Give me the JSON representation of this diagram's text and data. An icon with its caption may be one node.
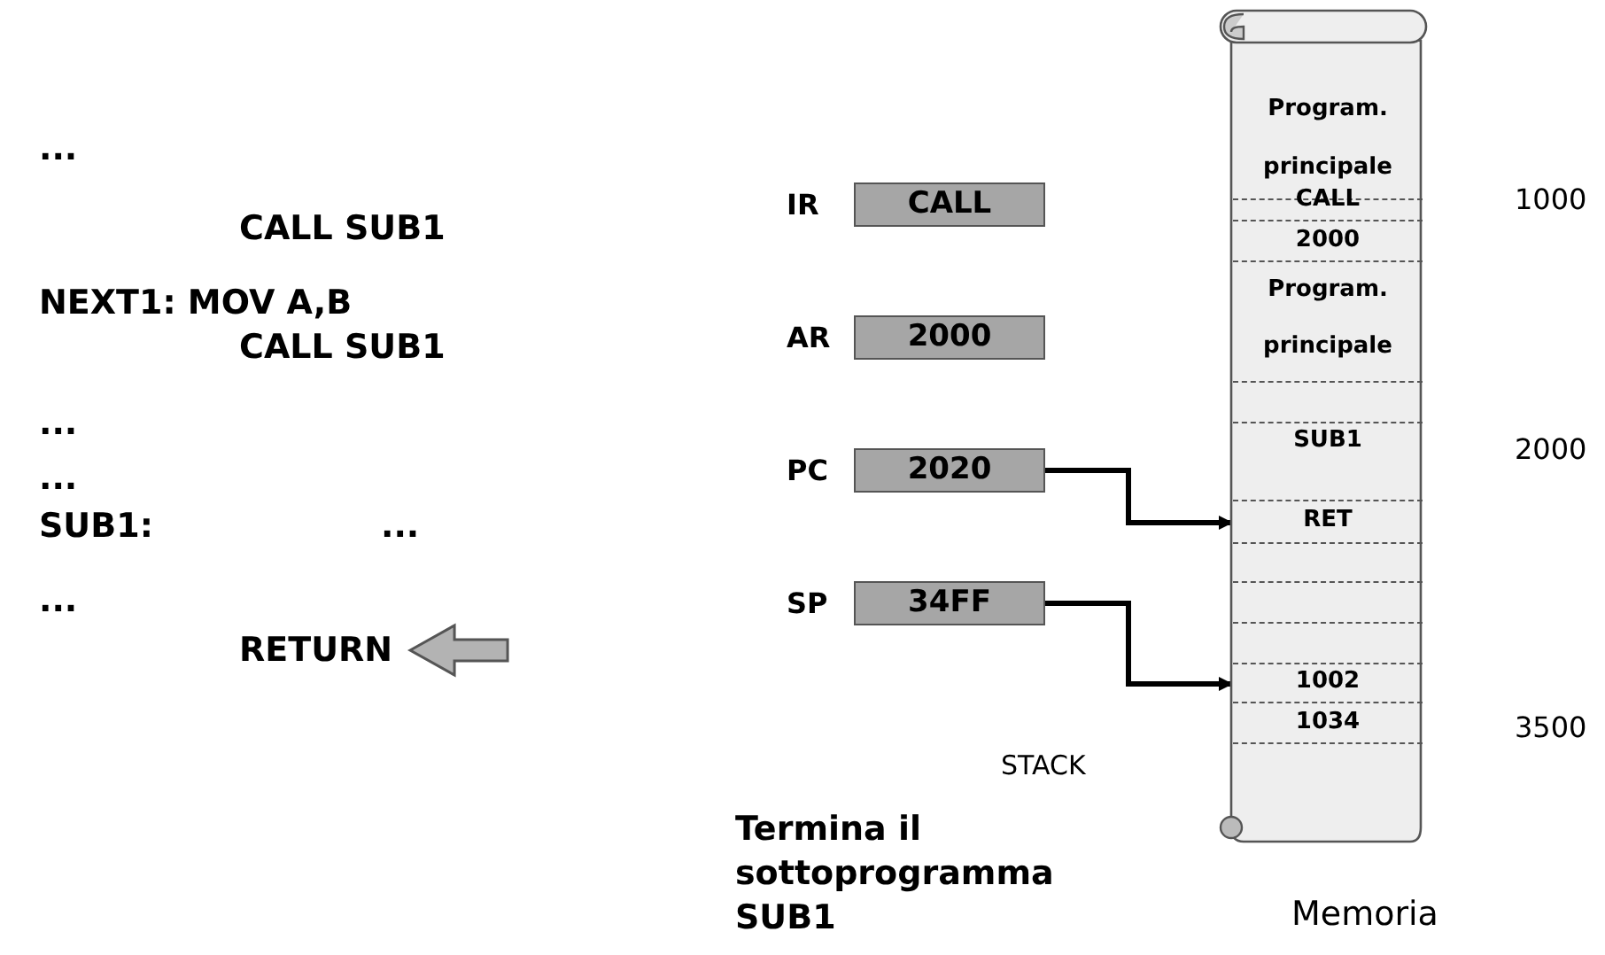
{
  "diagram": {
    "nodes": [
      {
        "text": [
          "CALL"
        ],
        "beside": [
          "IR"
        ]
      },
      {
        "text": [
          "2000"
        ],
        "beside": [
          "AR"
        ]
      },
      {
        "text": [
          "2020"
        ],
        "beside": [
          "PC"
        ]
      },
      {
        "text": [
          "34FF"
        ],
        "beside": [
          "SP"
        ]
      },
      {
        "text": [],
        "shape": "scroll",
        "beside": [
          "Memoria"
        ]
      },
      {
        "text": [
          "Program. principale"
        ],
        "in": 4
      },
      {
        "text": [
          "CALL"
        ],
        "in": 4,
        "beside": [
          "1000"
        ]
      },
      {
        "text": [
          "2000"
        ],
        "in": 4
      },
      {
        "text": [
          "Program. principale"
        ],
        "in": 4
      },
      {
        "text": [],
        "shape": "box",
        "in": 4
      },
      {
        "text": [
          "SUB1"
        ],
        "in": 4,
        "beside": [
          "2000"
        ]
      },
      {
        "text": [
          "RET"
        ],
        "in": 4
      },
      {
        "text": [],
        "shape": "box",
        "in": 4
      },
      {
        "text": [],
        "shape": "box",
        "in": 4
      },
      {
        "text": [],
        "shape": "box",
        "in": 4
      },
      {
        "text": [
          "1002"
        ],
        "in": 4
      },
      {
        "text": [
          "1034"
        ],
        "in": 4,
        "beside": [
          "3500"
        ]
      },
      {
        "text": [
          "RETURN"
        ]
      }
    ],
    "edges": [
      {
        "from": 2,
        "to": 11,
        "arrow": "to"
      },
      {
        "from": 3,
        "to": 15,
        "arrow": "to"
      },
      {
        "from": null,
        "to": 17,
        "arrow": "to",
        "style": "thick"
      }
    ],
    "labels": [
      "...",
      "CALL SUB1",
      "NEXT1: MOV A,B",
      "CALL SUB1",
      "...",
      "...",
      "SUB1:",
      "...",
      "...",
      "STACK",
      "Termina il sottoprogramma SUB1"
    ]
  }
}
